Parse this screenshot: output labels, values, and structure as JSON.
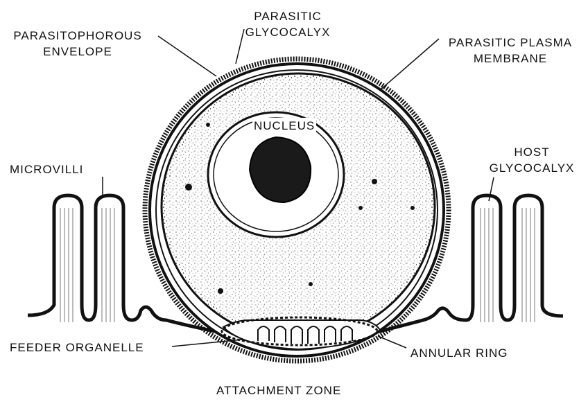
{
  "diagram": {
    "labels": {
      "parasitophorous_envelope": [
        "PARASITOPHOROUS",
        "ENVELOPE"
      ],
      "parasitic_glycocalyx": [
        "PARASITIC",
        "GLYCOCALYX"
      ],
      "parasitic_plasma_membrane": [
        "PARASITIC  PLASMA",
        "MEMBRANE"
      ],
      "nucleus": "NUCLEUS",
      "microvilli": "MICROVILLI",
      "host_glycocalyx": [
        "HOST",
        "GLYCOCALYX"
      ],
      "feeder_organelle": "FEEDER  ORGANELLE",
      "annular_ring": "ANNULAR  RING",
      "attachment_zone": "ATTACHMENT  ZONE"
    },
    "colors": {
      "ink": "#111111",
      "cytoplasm": "#cfcfcf",
      "background": "#ffffff"
    }
  }
}
